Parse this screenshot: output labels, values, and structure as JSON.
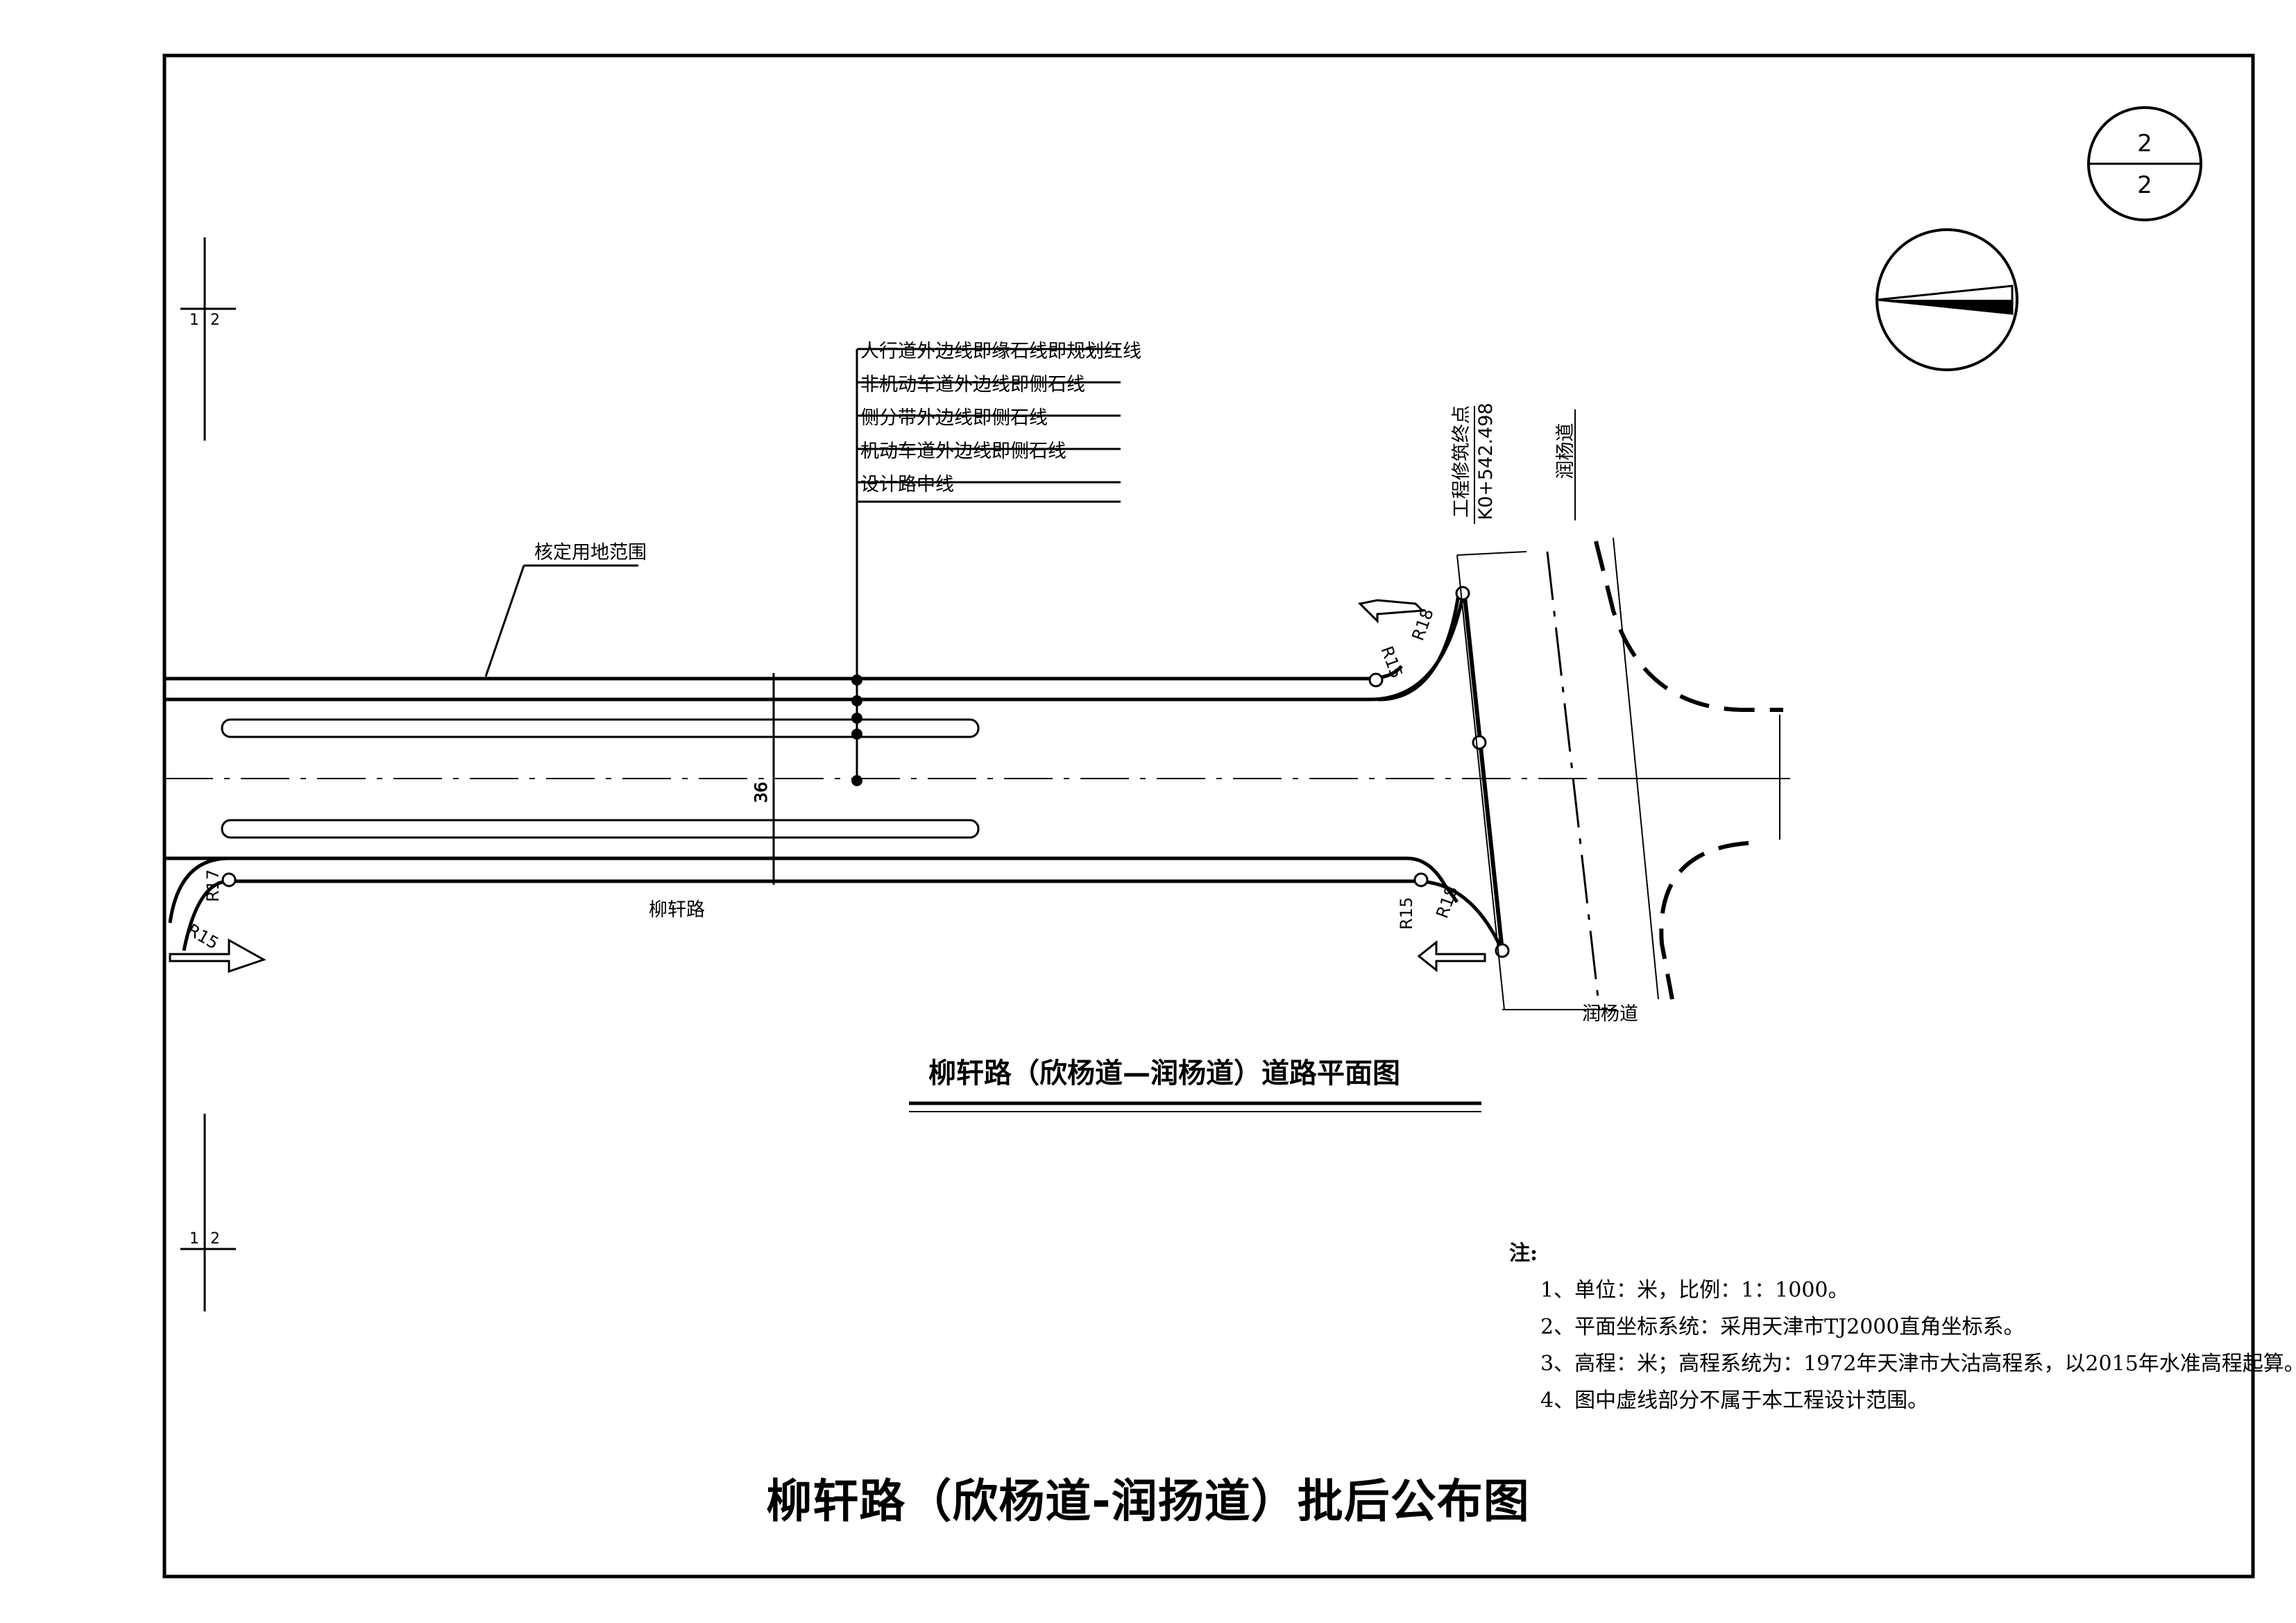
{
  "sheet": {
    "number_top": "2",
    "number_bottom": "2"
  },
  "grid_marks": {
    "left_label": "1",
    "right_label": "2"
  },
  "legend_lines": [
    "人行道外边线即缘石线即规划红线",
    "非机动车道外边线即侧石线",
    "侧分带外边线即侧石线",
    "机动车道外边线即侧石线",
    "设计路中线"
  ],
  "labels": {
    "land_range": "核定用地范围",
    "road_name": "柳轩路",
    "cross_road_bottom": "润杨道",
    "cross_road_top": "润杨道",
    "project_end": "工程修筑终点",
    "end_station": "K0+542.498",
    "width_36": "36"
  },
  "radii": {
    "r15": "R15",
    "r17": "R17",
    "r18": "R18"
  },
  "plan_title": "柳轩路（欣杨道—润杨道）道路平面图",
  "notes": {
    "heading": "注:",
    "items": [
      "1、单位：米，比例：1：1000。",
      "2、平面坐标系统：采用天津市TJ2000直角坐标系。",
      "3、高程：米；高程系统为：1972年天津市大沽高程系，以2015年水准高程起算。",
      "4、图中虚线部分不属于本工程设计范围。"
    ]
  },
  "main_title": "柳轩路（欣杨道-润扬道）批后公布图",
  "north_arrow_icon": "north-arrow-icon"
}
